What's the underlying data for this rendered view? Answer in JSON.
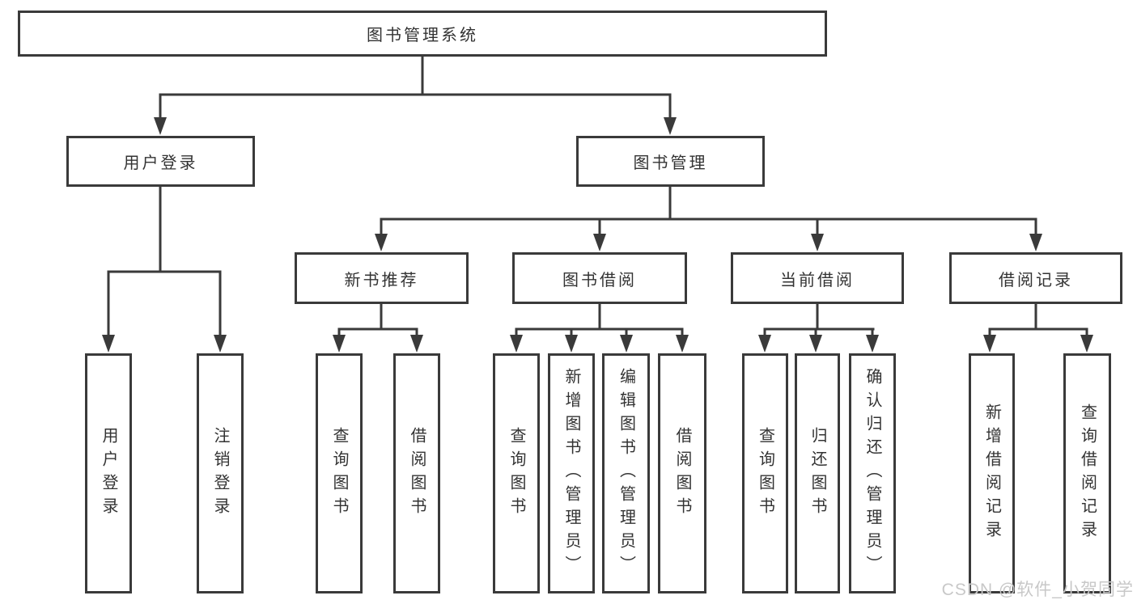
{
  "tree": {
    "root": {
      "label": "图书管理系统"
    },
    "children": [
      {
        "label": "用户登录",
        "children": [
          {
            "label": "用户登录"
          },
          {
            "label": "注销登录"
          }
        ]
      },
      {
        "label": "图书管理",
        "children": [
          {
            "label": "新书推荐",
            "children": [
              {
                "label": "查询图书"
              },
              {
                "label": "借阅图书"
              }
            ]
          },
          {
            "label": "图书借阅",
            "children": [
              {
                "label": "查询图书"
              },
              {
                "label": "新增图书（管理员）"
              },
              {
                "label": "编辑图书（管理员）"
              },
              {
                "label": "借阅图书"
              }
            ]
          },
          {
            "label": "当前借阅",
            "children": [
              {
                "label": "查询图书"
              },
              {
                "label": "归还图书"
              },
              {
                "label": "确认归还（管理员）"
              }
            ]
          },
          {
            "label": "借阅记录",
            "children": [
              {
                "label": "新增借阅记录"
              },
              {
                "label": "查询借阅记录"
              }
            ]
          }
        ]
      }
    ]
  },
  "watermark": "CSDN @软件_小贺同学",
  "colors": {
    "line": "#3a3a3a",
    "text": "#333333",
    "watermark": "#c8c8c8",
    "background": "#ffffff"
  }
}
